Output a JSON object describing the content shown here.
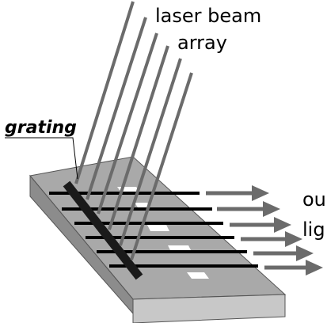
{
  "labels": {
    "laser_line1": "laser beam",
    "laser_line2": "array",
    "grating": "grating",
    "output_line1": "ou",
    "output_line2": "lig"
  },
  "colors": {
    "plate_top": "#a9a9a9",
    "plate_side": "#8c8c8c",
    "plate_bottom": "#c8c8c8",
    "stripe": "#000000",
    "window": "#ffffff",
    "arrow": "#6b6b6b",
    "grating": "#1a1a1a"
  }
}
